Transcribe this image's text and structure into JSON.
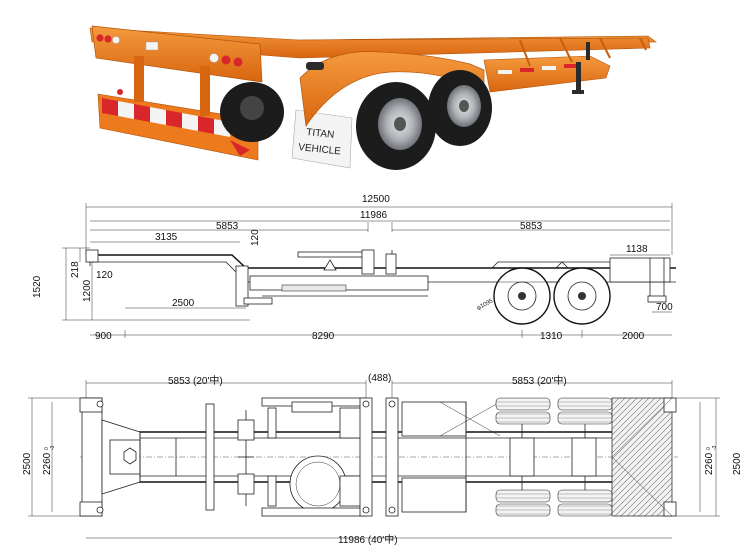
{
  "photo": {
    "mudflap_brand_line1": "TITAN",
    "mudflap_brand_line2": "VEHICLE",
    "colors": {
      "frame_orange": "#ee7a1e",
      "frame_orange_dark": "#c75e10",
      "tire_black": "#1c1c1c",
      "rim_silver": "#b9bcc0",
      "reflector_red": "#d8262a",
      "reflector_white": "#f4f4f4"
    }
  },
  "side_view": {
    "dims": {
      "overall_length": "12500",
      "frame_length": "11986",
      "container_left": "5853",
      "container_right": "5853",
      "front_to_coupling": "3135",
      "upper_step": "120",
      "rear_overhang_top": "1138",
      "deck_height": "1520",
      "neck_depth": "218",
      "front_height": "1200",
      "neck_step": "120",
      "kingpin_to_leg": "2500",
      "rear_clearance": "700",
      "front_overhang": "900",
      "wheelbase": "8290",
      "axle_spread": "1310",
      "rear_overhang": "2000",
      "tire_label": "φ1095"
    }
  },
  "top_view": {
    "dims": {
      "container_left": "5853 (20'中)",
      "center_gap": "(488)",
      "container_right": "5853 (20'中)",
      "overall_width": "2500",
      "width_left": "2260",
      "width_left_tol": "0\n-3",
      "width_right": "2260",
      "width_right_tol": "0\n-3",
      "overall_width_right": "2500",
      "frame_length": "11986 (40'中)"
    }
  }
}
